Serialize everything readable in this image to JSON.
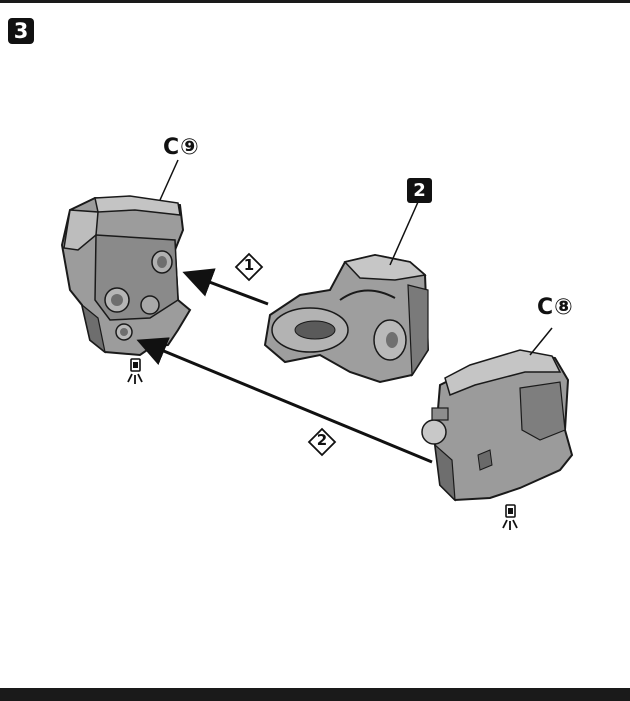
{
  "step": {
    "number": "3"
  },
  "parts": {
    "left_label": "C⑨",
    "center_label": "2",
    "right_label": "C⑧"
  },
  "arrows": {
    "first_label": "1",
    "second_label": "2"
  },
  "icons": [
    "gate-cut-icon",
    "gate-cut-icon"
  ],
  "colors": {
    "ink": "#111111",
    "part_gray": "#9a9a9a",
    "shadow_gray": "#6e6e6e"
  }
}
